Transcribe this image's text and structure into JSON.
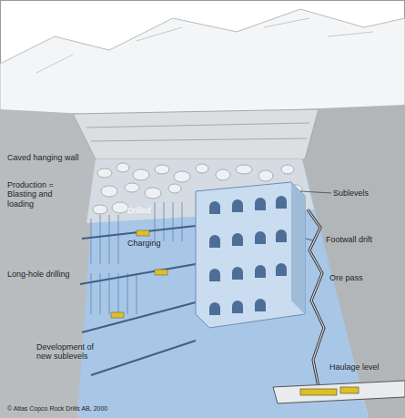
{
  "diagram": {
    "labels": [
      "Caved hanging wall",
      "Production = Blasting and loading",
      "Drilled",
      "Charging",
      "Long-hole drilling",
      "Development of new sublevels",
      "Sublevels",
      "Footwall drift",
      "Ore pass",
      "Haulage level",
      "© Atlas Copco Rock Drills AB, 2000"
    ]
  }
}
